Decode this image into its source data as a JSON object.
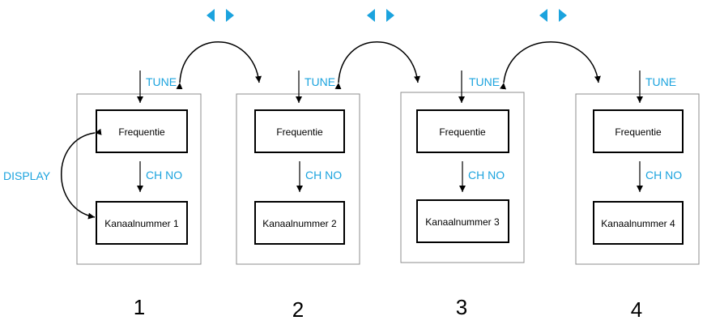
{
  "labels": {
    "tune": "TUNE",
    "ch_no": "CH NO",
    "display": "DISPLAY",
    "frequency": "Frequentie"
  },
  "units": [
    {
      "number": "1",
      "channel_label": "Kanaalnummer 1"
    },
    {
      "number": "2",
      "channel_label": "Kanaalnummer 2"
    },
    {
      "number": "3",
      "channel_label": "Kanaalnummer 3"
    },
    {
      "number": "4",
      "channel_label": "Kanaalnummer 4"
    }
  ],
  "colors": {
    "accent": "#1ba3de",
    "line": "#000000",
    "panel_border": "#8c8c8c"
  },
  "icons": {
    "left_right": "left-right-arrows-icon"
  }
}
